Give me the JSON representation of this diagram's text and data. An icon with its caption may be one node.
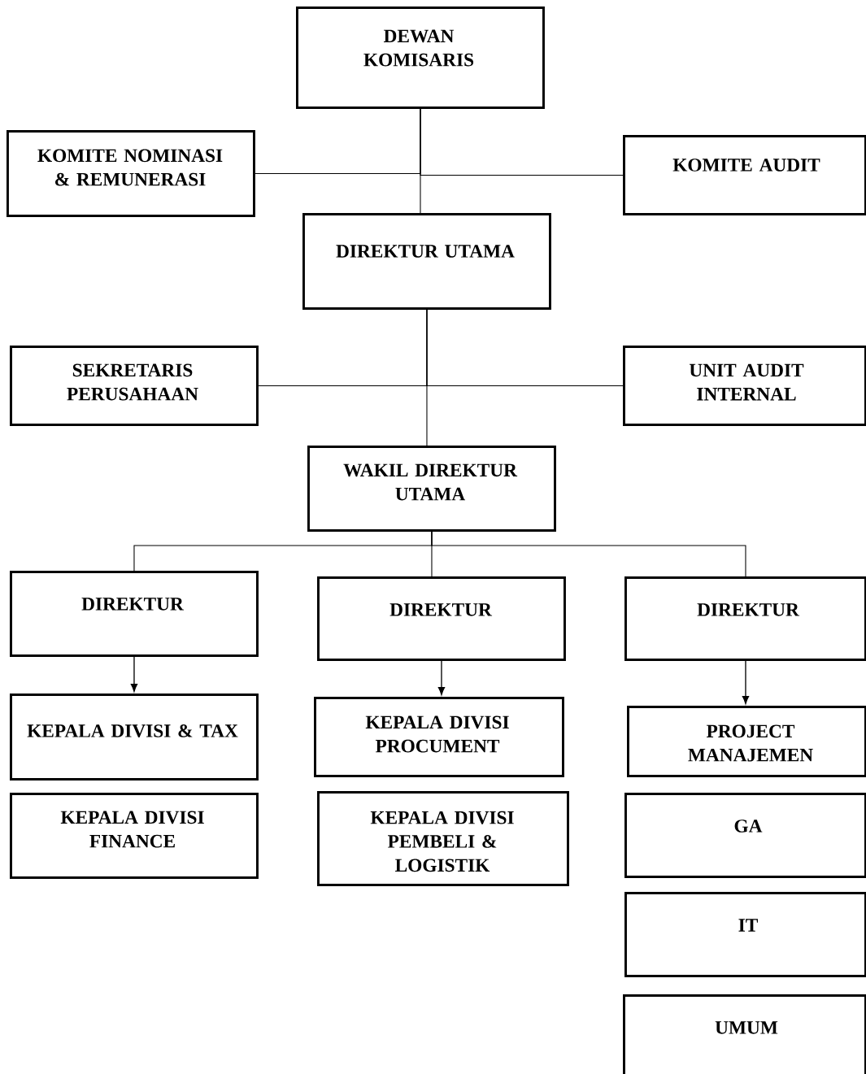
{
  "diagram": {
    "nodes": [
      {
        "text": [
          "DEWAN KOMISARIS"
        ]
      },
      {
        "text": [
          "KOMITE NOMINASI & REMUNERASI"
        ]
      },
      {
        "text": [
          "KOMITE AUDIT"
        ]
      },
      {
        "text": [
          "DIREKTUR UTAMA"
        ]
      },
      {
        "text": [
          "SEKRETARIS PERUSAHAAN"
        ]
      },
      {
        "text": [
          "UNIT AUDIT INTERNAL"
        ]
      },
      {
        "text": [
          "WAKIL DIREKTUR UTAMA"
        ]
      },
      {
        "text": [
          "DIREKTUR"
        ]
      },
      {
        "text": [
          "DIREKTUR"
        ]
      },
      {
        "text": [
          "DIREKTUR"
        ]
      },
      {
        "text": [
          "KEPALA DIVISI & TAX"
        ]
      },
      {
        "text": [
          "KEPALA DIVISI FINANCE"
        ]
      },
      {
        "text": [
          "KEPALA DIVISI PROCUMENT"
        ]
      },
      {
        "text": [
          "KEPALA DIVISI PEMBELI & LOGISTIK"
        ]
      },
      {
        "text": [
          "PROJECT MANAJEMEN"
        ]
      },
      {
        "text": [
          "GA"
        ]
      },
      {
        "text": [
          "IT"
        ]
      },
      {
        "text": [
          "UMUM"
        ]
      }
    ],
    "edges": [
      {
        "from": 0,
        "to": 3,
        "arrow": "none"
      },
      {
        "from": 0,
        "to": 1,
        "arrow": "none"
      },
      {
        "from": 0,
        "to": 2,
        "arrow": "none"
      },
      {
        "from": 3,
        "to": 6,
        "arrow": "none"
      },
      {
        "from": 3,
        "to": 4,
        "arrow": "none"
      },
      {
        "from": 3,
        "to": 5,
        "arrow": "none"
      },
      {
        "from": 6,
        "to": 7,
        "arrow": "none"
      },
      {
        "from": 6,
        "to": 8,
        "arrow": "none"
      },
      {
        "from": 6,
        "to": 9,
        "arrow": "none"
      },
      {
        "from": 7,
        "to": 10,
        "arrow": "to"
      },
      {
        "from": 8,
        "to": 12,
        "arrow": "to"
      },
      {
        "from": 9,
        "to": 14,
        "arrow": "to"
      }
    ]
  }
}
